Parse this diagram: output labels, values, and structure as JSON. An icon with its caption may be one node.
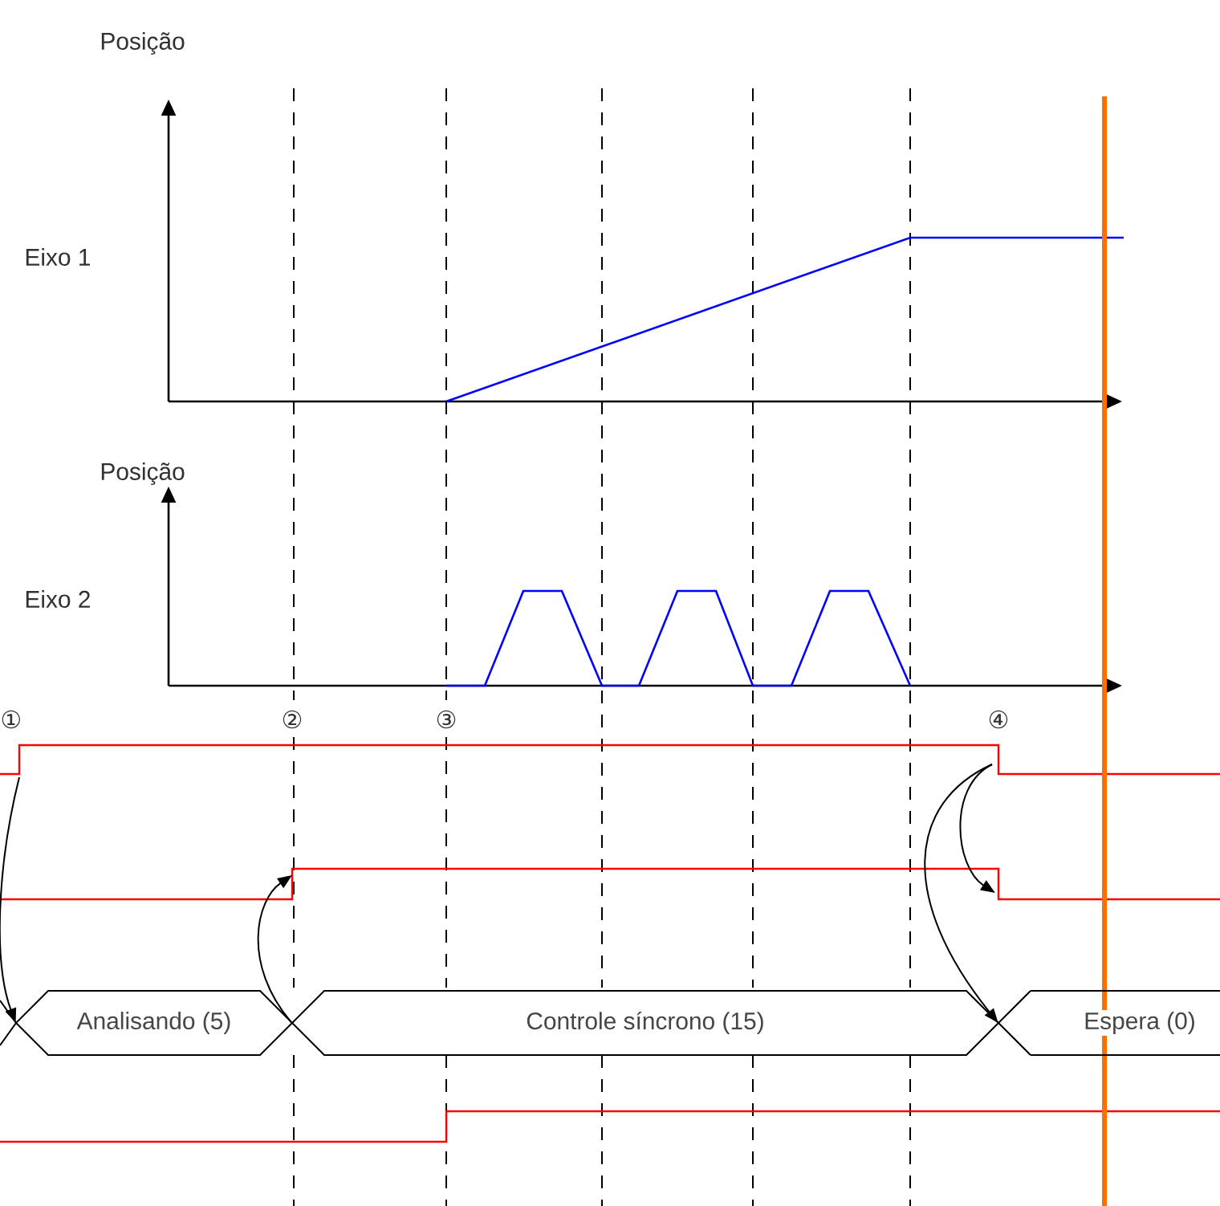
{
  "diagram": {
    "nodes": [
      {
        "text": [
          "Analisando (5)"
        ]
      },
      {
        "text": [
          "Controle síncrono (15)"
        ]
      },
      {
        "text": [
          "Espera (0)"
        ]
      }
    ],
    "edges": [
      {
        "from": null,
        "to": 0,
        "arrow": "to"
      },
      {
        "from": 1,
        "to": null,
        "arrow": "to"
      },
      {
        "from": null,
        "to": 2,
        "arrow": "to"
      }
    ],
    "labels": [
      "Posição",
      "Eixo 1",
      "Posição",
      "Eixo 2",
      "①",
      "②",
      "③",
      "④"
    ]
  }
}
